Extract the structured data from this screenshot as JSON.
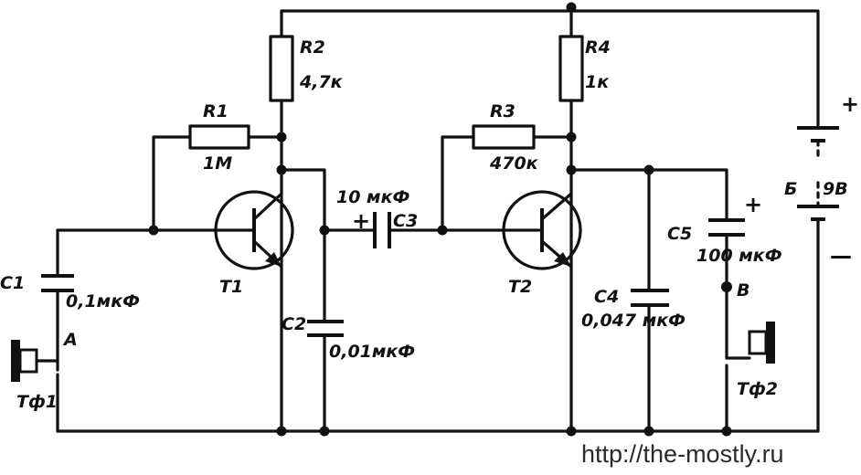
{
  "components": {
    "r1": {
      "name": "R1",
      "value": "1M"
    },
    "r2": {
      "name": "R2",
      "value": "4,7к"
    },
    "r3": {
      "name": "R3",
      "value": "470к"
    },
    "r4": {
      "name": "R4",
      "value": "1к"
    },
    "c1": {
      "name": "C1",
      "value": "0,1мкФ"
    },
    "c2": {
      "name": "C2",
      "value": "0,01мкФ"
    },
    "c3": {
      "name": "C3",
      "value": "10 мкФ",
      "polarity": "+"
    },
    "c4": {
      "name": "C4",
      "value": "0,047 мкФ"
    },
    "c5": {
      "name": "C5",
      "value": "100 мкФ",
      "polarity": "+"
    },
    "t1": {
      "name": "T1"
    },
    "t2": {
      "name": "T2"
    },
    "battery": {
      "name": "Б",
      "value": "9В",
      "plus": "+",
      "minus": "—"
    },
    "tf1": {
      "name": "Тф1"
    },
    "tf2": {
      "name": "Тф2"
    }
  },
  "nodes": {
    "a": "A",
    "b": "B"
  },
  "watermark": "http://the-mostly.ru"
}
